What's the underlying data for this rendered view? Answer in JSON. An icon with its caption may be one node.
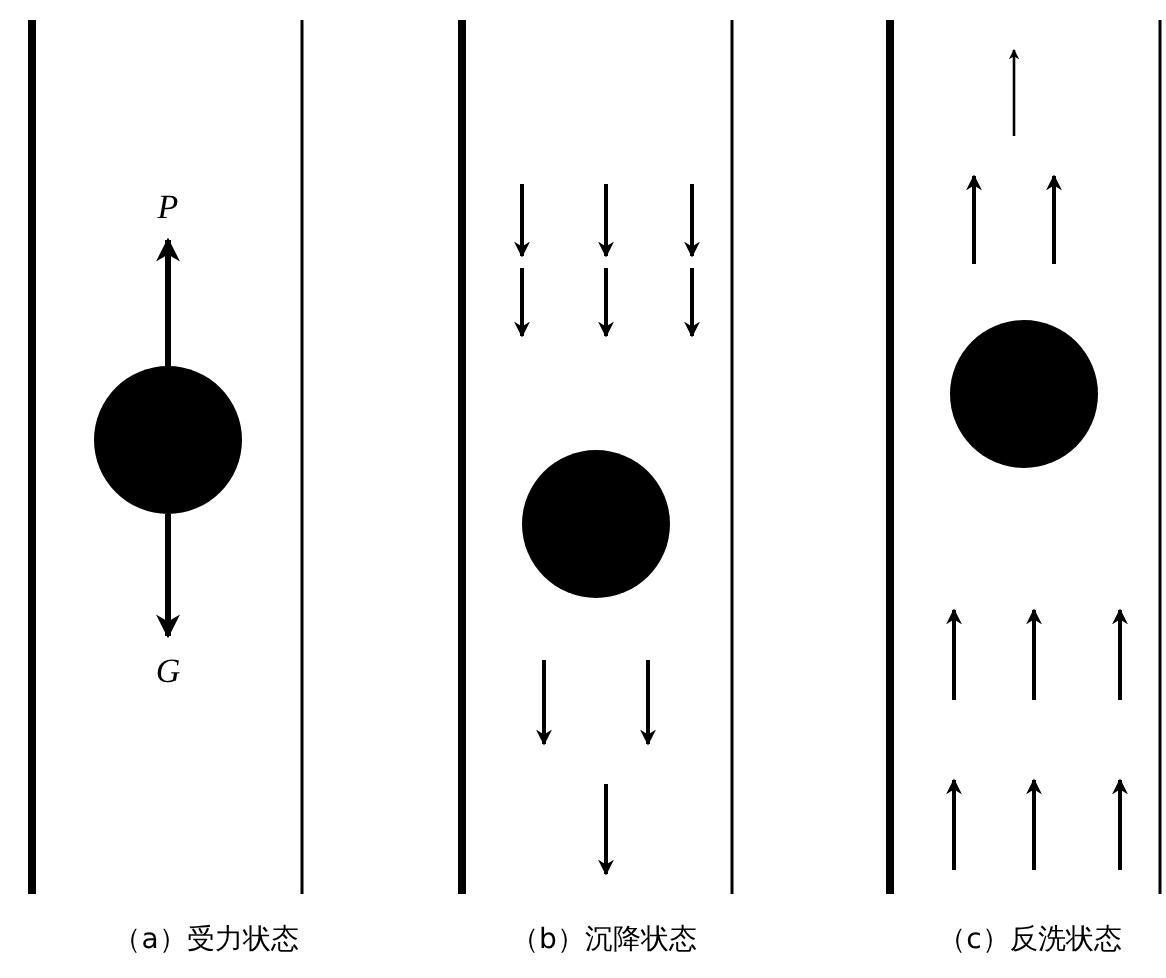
{
  "diagram": {
    "labels": [
      "P",
      "G",
      "（a）受力状态",
      "（b）沉降状态",
      "（c）反洗状态"
    ]
  }
}
